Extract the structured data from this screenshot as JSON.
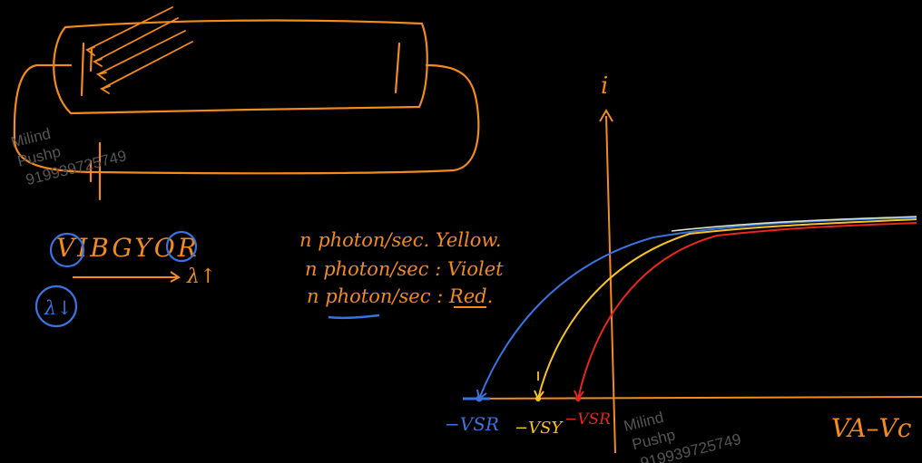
{
  "colors": {
    "background": "#000000",
    "orange": "#f28a1e",
    "blue": "#3a72e0",
    "yellow": "#f7c31f",
    "red": "#e8261c",
    "green_white": "#d8e6c8",
    "watermark": "#555555"
  },
  "spectrum": {
    "letters": "VIBGYOR",
    "lambda_increase": "λ↑",
    "lambda_decrease": "λ↓"
  },
  "notes": {
    "line1": "n photon/sec. Yellow.",
    "line2": "n photon/sec : Violet",
    "line3": "n photon/sec : Red."
  },
  "graph": {
    "y_axis_label": "i",
    "x_axis_label": "VA–Vc",
    "stopping_labels": [
      "−VSR",
      "−VSY",
      "−VSR"
    ]
  },
  "watermark": {
    "name_line1": "Milind",
    "name_line2": "Pushp",
    "phone": "919939725749"
  },
  "chart_data": {
    "type": "line",
    "series": [
      {
        "name": "Violet",
        "color": "#3a72e0"
      },
      {
        "name": "Yellow",
        "color": "#f7c31f"
      },
      {
        "name": "Red",
        "color": "#e8261c"
      }
    ]
  }
}
